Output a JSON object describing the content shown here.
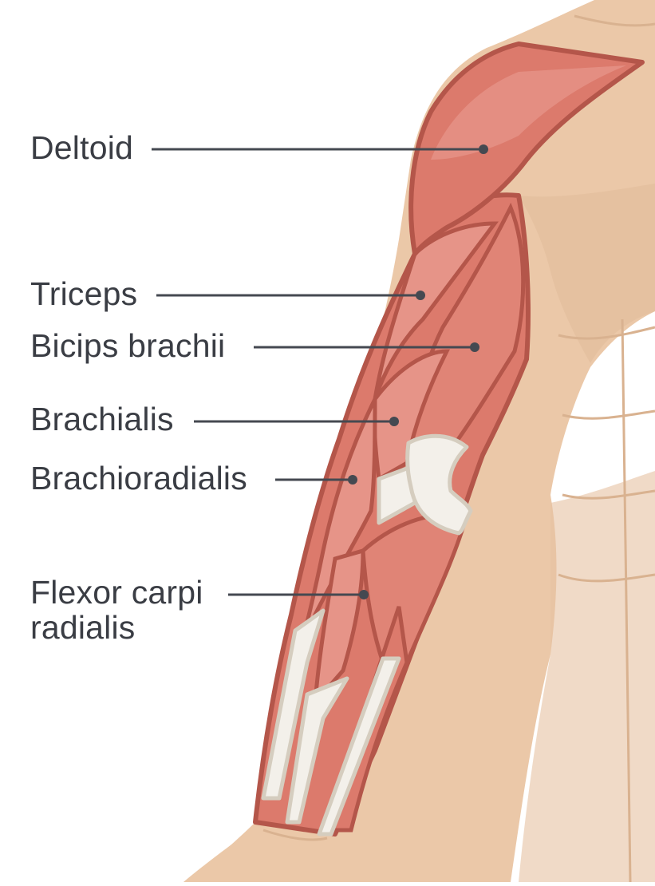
{
  "labels": {
    "deltoid": "Deltoid",
    "triceps": "Triceps",
    "biceps": "Bicips brachii",
    "brachialis": "Brachialis",
    "brachioradialis": "Brachioradialis",
    "flexor_line1": "Flexor carpi",
    "flexor_line2": "radialis"
  },
  "colors": {
    "skin": "#ebc8a8",
    "skin_shadow": "#dfb896",
    "muscle": "#dc7a6c",
    "muscle_light": "#e69488",
    "muscle_outline": "#b4564a",
    "tendon": "#f3f0ea",
    "tendon_outline": "#d5cdbf",
    "label_text": "#3a3d44",
    "leader_line": "#454951"
  }
}
